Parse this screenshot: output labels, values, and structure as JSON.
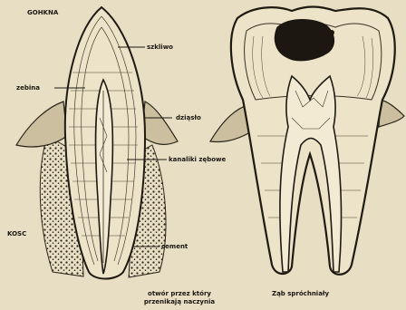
{
  "labels": {
    "top_left": "GOHKNA",
    "enamel": "szkliwo",
    "dentin_left": "zebina",
    "gum": "dziąsło",
    "canal": "kanaliki zębowe",
    "bone": "KOSC",
    "cement": "cement",
    "caption_left_l1": "otwór przez który",
    "caption_left_l2": "przenikają naczynia",
    "caption_right": "Ząb spróchniały"
  },
  "colors": {
    "paper": "#e8dec4",
    "ink": "#1f1a12",
    "tooth": "#ece3c8",
    "gum": "#cbbf9f",
    "decay": "#1c1710"
  }
}
